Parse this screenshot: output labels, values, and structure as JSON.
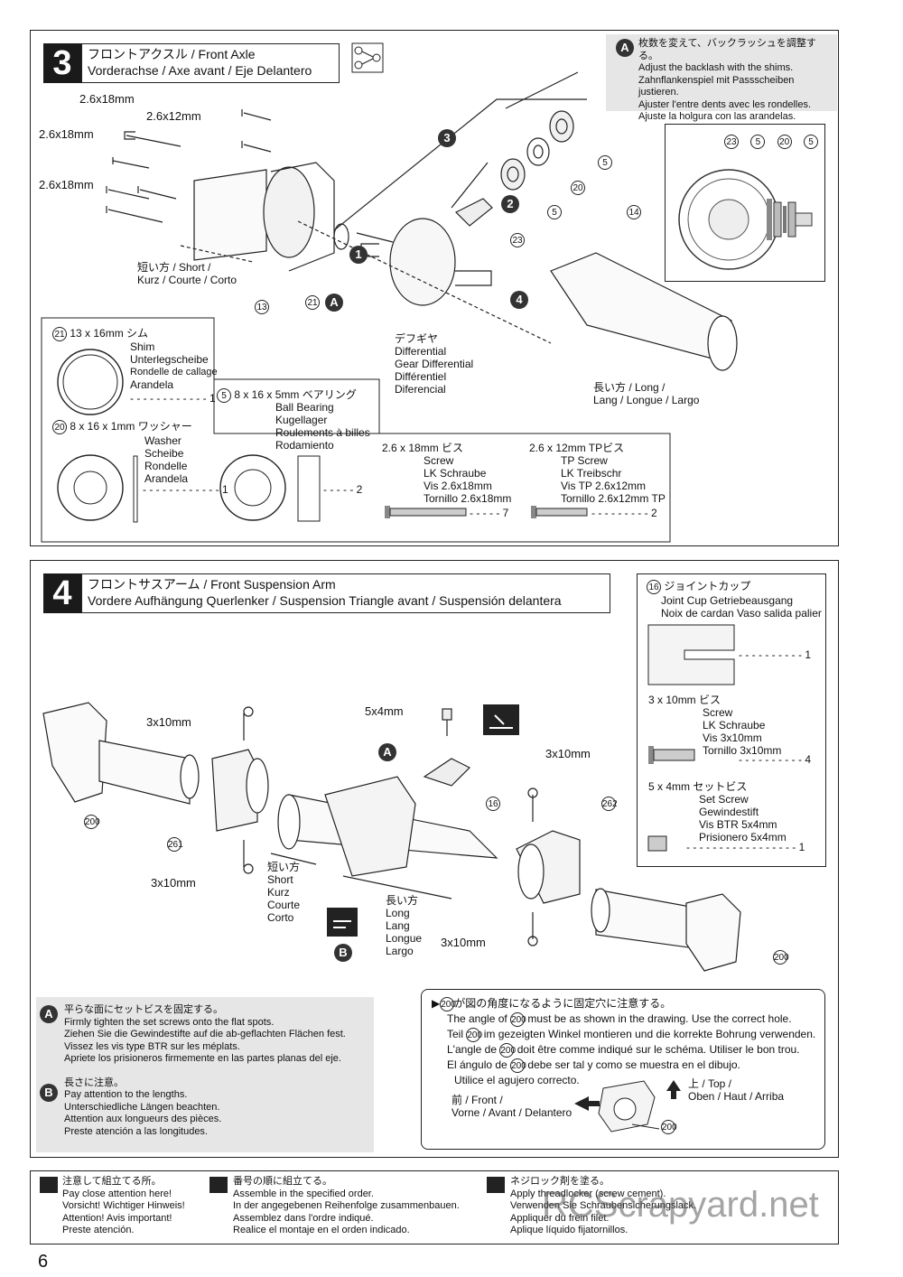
{
  "step3": {
    "number": "3",
    "title_line1": "フロントアクスル / Front Axle",
    "title_line2": "Vorderachse / Axe avant / Eje Delantero",
    "order_icon": "order-icon",
    "note_a": [
      "枚数を変えて、バックラッシュを調整する。",
      "Adjust the backlash with the shims.",
      "Zahnflankenspiel mit Passscheiben justieren.",
      "Ajuster l'entre dents avec les rondelles.",
      "Ajuste la holgura con las arandelas."
    ],
    "badge_a": "A",
    "screw_labels": [
      "2.6x18mm",
      "2.6x12mm",
      "2.6x18mm",
      "2.6x18mm"
    ],
    "steps": [
      "1",
      "2",
      "3",
      "4"
    ],
    "parts": [
      "5",
      "20",
      "5",
      "23",
      "14",
      "21",
      "13"
    ],
    "inset_parts": [
      "23",
      "5",
      "20",
      "5"
    ],
    "short_label": [
      "短い方 / Short /",
      "Kurz / Courte / Corto"
    ],
    "long_label": [
      "長い方 / Long /",
      "Lang / Longue / Largo"
    ],
    "diff_label": [
      "デフギヤ",
      "Differential",
      "Gear Differential",
      "Différentiel",
      "Diferencial"
    ],
    "shim": {
      "num": "21",
      "size": "13 x 16mm シム",
      "names": [
        "Shim",
        "Unterlegscheibe",
        "Rondelle de callage",
        "Arandela"
      ],
      "qty": "1"
    },
    "washer": {
      "num": "20",
      "size": "8 x 16 x 1mm ワッシャー",
      "names": [
        "Washer",
        "Scheibe",
        "Rondelle",
        "Arandela"
      ],
      "qty": "1"
    },
    "bearing": {
      "num": "5",
      "size": "8 x 16 x 5mm ベアリング",
      "names": [
        "Ball Bearing",
        "Kugellager",
        "Roulements à billes",
        "Rodamiento"
      ],
      "qty": "2"
    },
    "screw18": {
      "size": "2.6 x 18mm ビス",
      "names": [
        "Screw",
        "LK Schraube",
        "Vis 2.6x18mm",
        "Tornillo 2.6x18mm"
      ],
      "qty": "7"
    },
    "screw12": {
      "size": "2.6 x 12mm TPビス",
      "names": [
        "TP Screw",
        "LK Treibschr",
        "Vis TP 2.6x12mm",
        "Tornillo 2.6x12mm TP"
      ],
      "qty": "2"
    }
  },
  "step4": {
    "number": "4",
    "title_line1": "フロントサスアーム / Front Suspension Arm",
    "title_line2": "Vordere Aufhängung Querlenker / Suspension Triangle avant / Suspensión delantera",
    "labels": [
      "3x10mm",
      "5x4mm",
      "3x10mm",
      "3x10mm",
      "3x10mm"
    ],
    "parts": [
      "200",
      "261",
      "16",
      "262",
      "200"
    ],
    "badges": [
      "A",
      "B"
    ],
    "short_label": [
      "短い方",
      "Short",
      "Kurz",
      "Courte",
      "Corto"
    ],
    "long_label": [
      "長い方",
      "Long",
      "Lang",
      "Longue",
      "Largo"
    ],
    "joint": {
      "num": "16",
      "name": "ジョイントカップ",
      "names": [
        "Joint Cup  Getriebeausgang",
        "Noix de cardan  Vaso salida palier"
      ],
      "qty": "1"
    },
    "screw3": {
      "size": "3 x 10mm ビス",
      "names": [
        "Screw",
        "LK Schraube",
        "Vis 3x10mm",
        "Tornillo 3x10mm"
      ],
      "qty": "4"
    },
    "setscrew": {
      "size": "5 x 4mm セットビス",
      "names": [
        "Set Screw",
        "Gewindestift",
        "Vis BTR 5x4mm",
        "Prisionero 5x4mm"
      ],
      "qty": "1"
    },
    "note_a": [
      "平らな面にセットビスを固定する。",
      "Firmly tighten the set screws onto the flat spots.",
      "Ziehen Sie die Gewindestifte auf die ab-geflachten Flächen fest.",
      "Vissez les vis type BTR sur les méplats.",
      "Apriete los prisioneros firmemente en las partes planas del eje."
    ],
    "note_b": [
      "長さに注意。",
      "Pay attention to the lengths.",
      "Unterschiedliche Längen beachten.",
      "Attention aux longueurs des pièces.",
      "Preste atención a las longitudes."
    ],
    "angle_note": [
      "が図の角度になるように固定穴に注意する。",
      "The angle of",
      "must be as shown in the drawing. Use the correct hole.",
      "Teil",
      "im gezeigten Winkel montieren und die korrekte Bohrung verwenden.",
      "L'angle de",
      "doit être comme indiqué sur le schéma. Utiliser le bon trou.",
      "El ángulo de",
      "debe ser tal y como se muestra en el dibujo.",
      "Utilice el agujero correcto."
    ],
    "angle_num": "200",
    "front_label": [
      "前 / Front /",
      "Vorne / Avant / Delantero"
    ],
    "top_label": [
      "上 / Top /",
      "Oben / Haut / Arriba"
    ]
  },
  "footer": {
    "col1": [
      "注意して組立てる所。",
      "Pay close attention here!",
      "Vorsicht!  Wichtiger Hinweis!",
      "Attention! Avis important!",
      "Preste atención."
    ],
    "col2": [
      "番号の順に組立てる。",
      "Assemble in the specified order.",
      "In der angegebenen Reihenfolge zusammenbauen.",
      "Assemblez dans l'ordre indiqué.",
      "Realice el montaje en el orden indicado."
    ],
    "col3": [
      "ネジロック剤を塗る。",
      "Apply threadlocker (screw cement).",
      "Verwenden Sie Schraubensicherungslack.",
      "Appliquer du frein filet.",
      "Aplique líquido fijatornillos."
    ],
    "watermark": "RCScrapyard.net"
  },
  "page_number": "6"
}
